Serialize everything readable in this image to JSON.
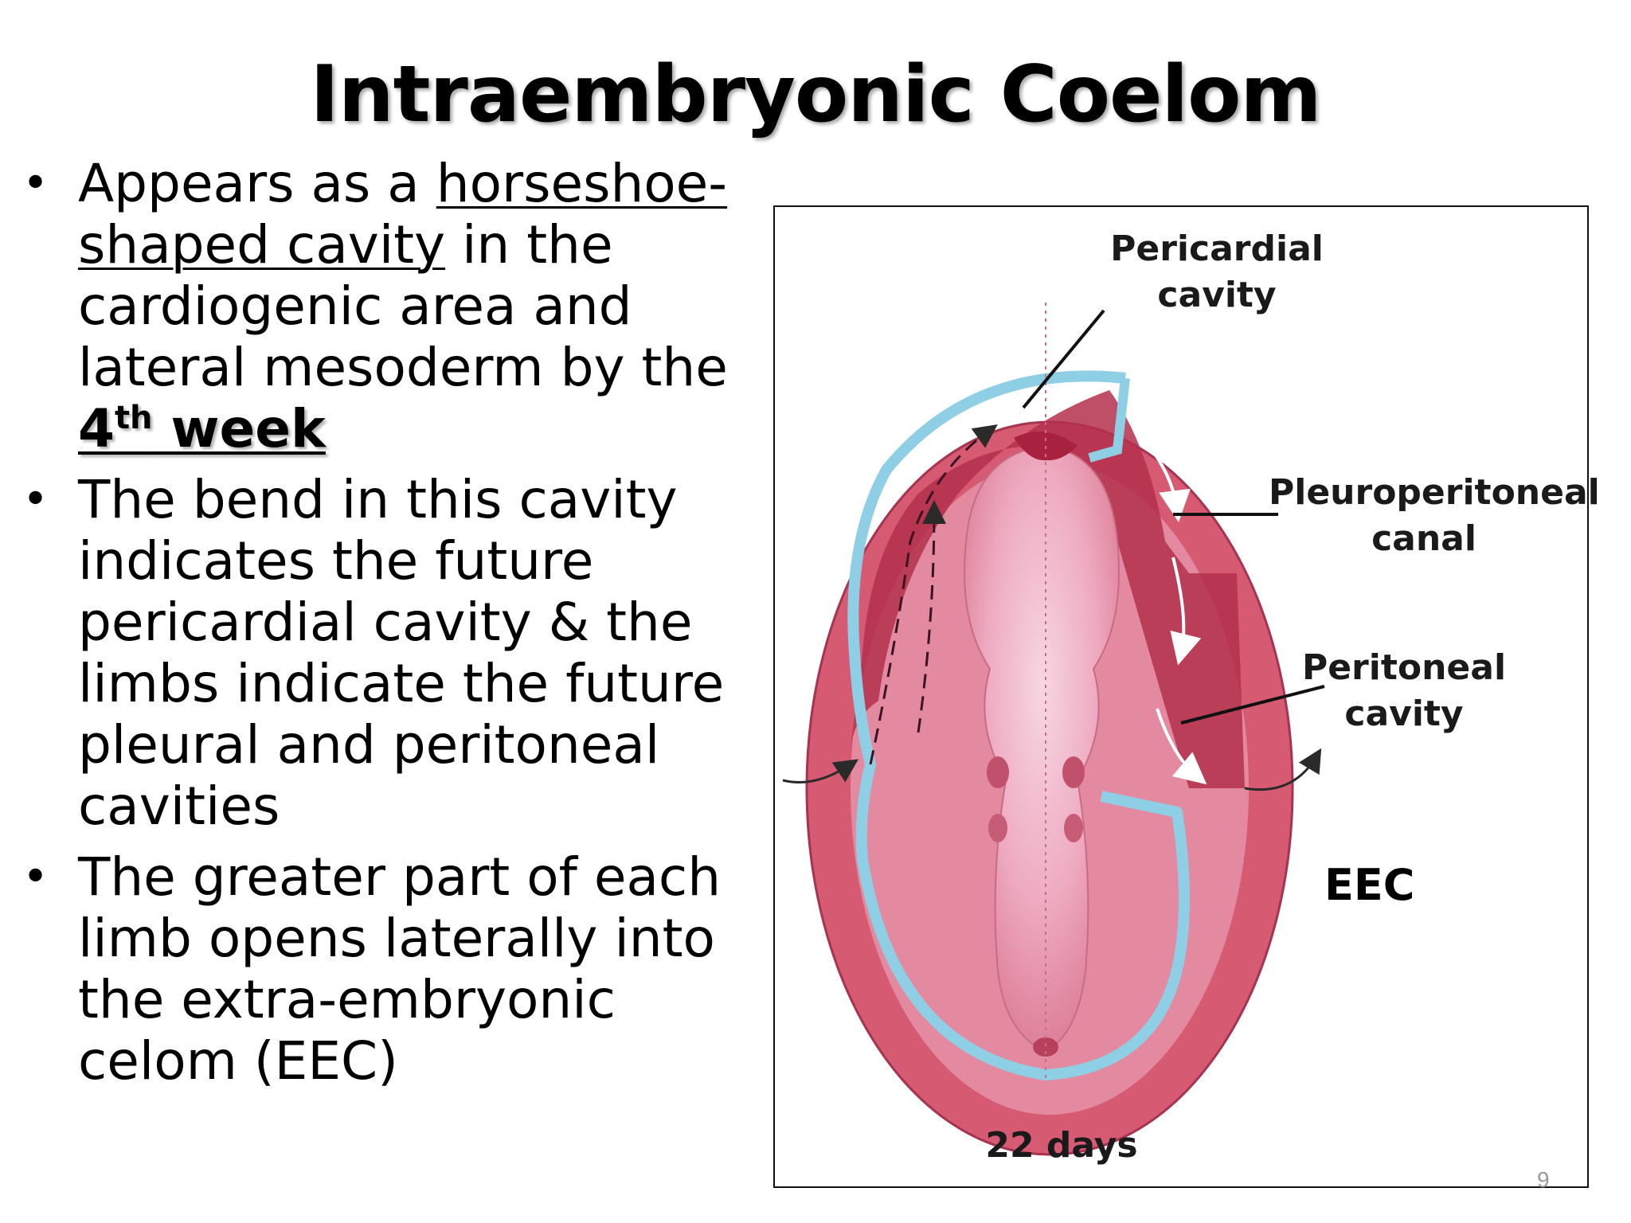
{
  "slide": {
    "title": "Intraembryonic Coelom",
    "bullets": [
      {
        "pre": "Appears as a ",
        "underlined": "horseshoe-shaped cavity",
        "mid": " in the cardiogenic area and lateral mesoderm by the ",
        "emph_num": "4",
        "emph_sup": "th",
        "emph_word": " week"
      },
      {
        "text": "The bend in this cavity indicates the future pericardial cavity &  the limbs indicate the future pleural and peritoneal cavities"
      },
      {
        "text": "The greater part of each limb opens laterally into the extra-embryonic celom (EEC)"
      }
    ],
    "bullet_symbol": "•",
    "page_number": "9"
  },
  "figure": {
    "labels": {
      "pericardial": "Pericardial cavity",
      "pleuroperitoneal": "Pleuroperitoneal canal",
      "peritoneal": "Peritoneal cavity",
      "eec": "EEC",
      "age": "22 days"
    },
    "colors": {
      "outer_disc": "#d9596f",
      "inner_ring": "#e27d90",
      "coelom_dark": "#b8304a",
      "cavity_edge": "#8ecde6",
      "embryo_center": "#f4c6d6"
    }
  }
}
